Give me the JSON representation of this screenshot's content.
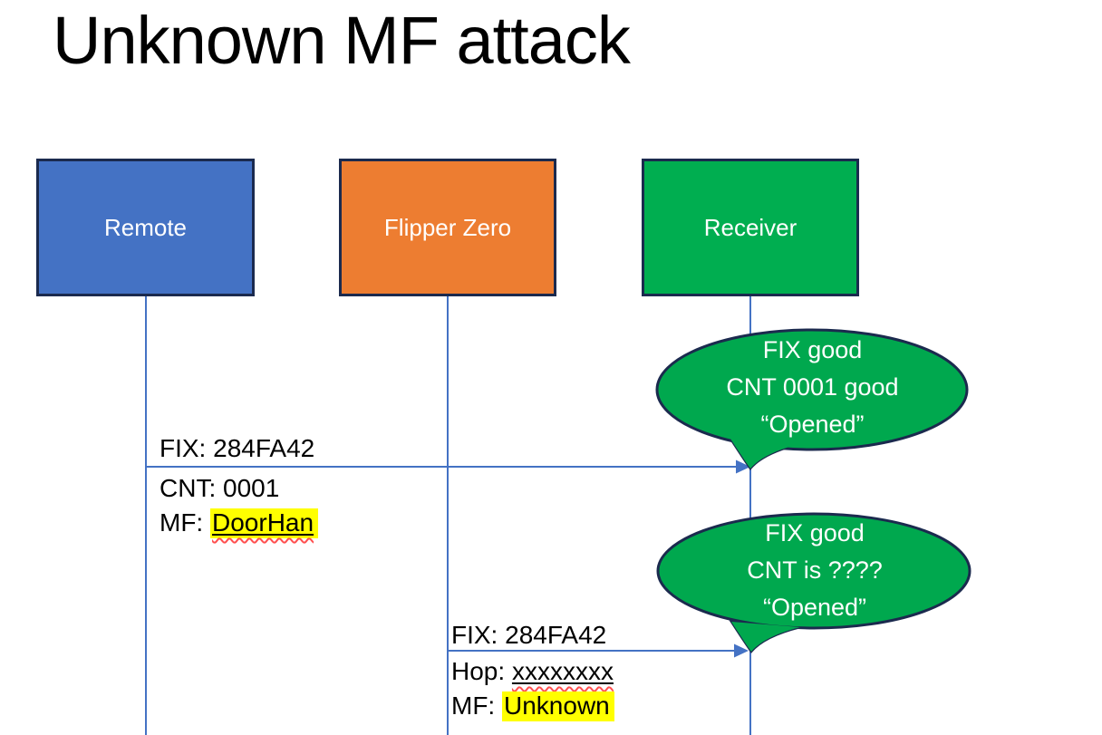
{
  "title": "Unknown MF attack",
  "actors": [
    {
      "id": "remote",
      "label": "Remote"
    },
    {
      "id": "flipper",
      "label": "Flipper Zero"
    },
    {
      "id": "receiver",
      "label": "Receiver"
    }
  ],
  "messages": [
    {
      "from": "Remote",
      "to": "Receiver",
      "line1": "FIX: 284FA42",
      "line2": "CNT: 0001",
      "line3_prefix": "MF: ",
      "line3_value": "DoorHan"
    },
    {
      "from": "Flipper Zero",
      "to": "Receiver",
      "line1": "FIX: 284FA42",
      "line2_prefix": "Hop: ",
      "line2_value": "xxxxxxxx",
      "line3_prefix": "MF: ",
      "line3_value": "Unknown"
    }
  ],
  "bubbles": [
    {
      "lines": [
        "FIX good",
        "CNT 0001 good",
        "“Opened”"
      ]
    },
    {
      "lines": [
        "FIX good",
        "CNT is ????",
        "“Opened”"
      ]
    }
  ],
  "colors": {
    "actor_remote_fill": "#4472C4",
    "actor_flipper_fill": "#ED7D31",
    "actor_receiver_fill": "#00AE50",
    "bubble_fill": "#00A84E",
    "outline_navy": "#1B2A4E",
    "connector_blue": "#4472C4",
    "highlight_yellow": "#FFFF00",
    "spellcheck_red": "#FF5050",
    "text_black": "#000000",
    "text_white": "#FFFFFF"
  }
}
